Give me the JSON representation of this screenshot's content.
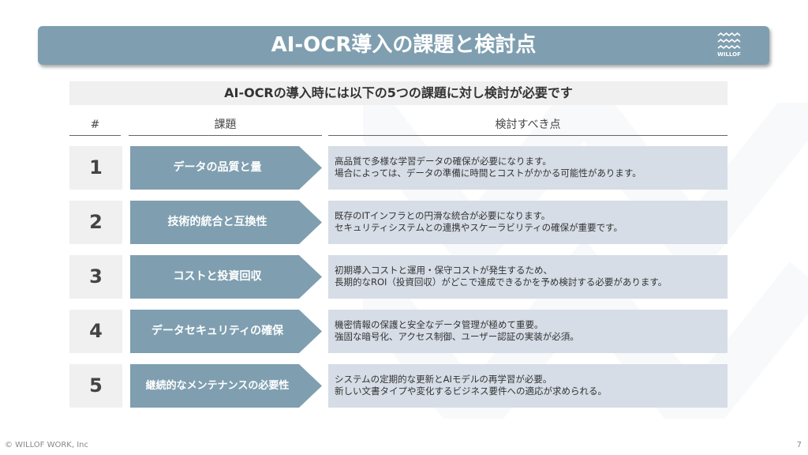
{
  "title": "AI-OCR導入の課題と検討点",
  "logo": "WILLOF",
  "subtitle": "AI-OCRの導入時には以下の5つの課題に対し検討が必要です",
  "headers": {
    "num": "#",
    "issue": "課題",
    "points": "検討すべき点"
  },
  "rows": [
    {
      "num": "1",
      "issue": "データの品質と量",
      "line1": "高品質で多様な学習データの確保が必要になります。",
      "line2": "場合によっては、データの準備に時間とコストがかかる可能性があります。"
    },
    {
      "num": "2",
      "issue": "技術的統合と互換性",
      "line1": "既存のITインフラとの円滑な統合が必要になります。",
      "line2": "セキュリティシステムとの連携やスケーラビリティの確保が重要です。"
    },
    {
      "num": "3",
      "issue": "コストと投資回収",
      "line1": "初期導入コストと運用・保守コストが発生するため、",
      "line2": "長期的なROI（投資回収）がどこで達成できるかを予め検討する必要があります。"
    },
    {
      "num": "4",
      "issue": "データセキュリティの確保",
      "line1": "機密情報の保護と安全なデータ管理が極めて重要。",
      "line2": "強固な暗号化、アクセス制御、ユーザー認証の実装が必須。"
    },
    {
      "num": "5",
      "issue": "継続的なメンテナンスの必要性",
      "line1": "システムの定期的な更新とAIモデルの再学習が必要。",
      "line2": "新しい文書タイプや変化するビジネス要件への適応が求められる。"
    }
  ],
  "footer": "© WILLOF WORK, Inc",
  "page": "7"
}
